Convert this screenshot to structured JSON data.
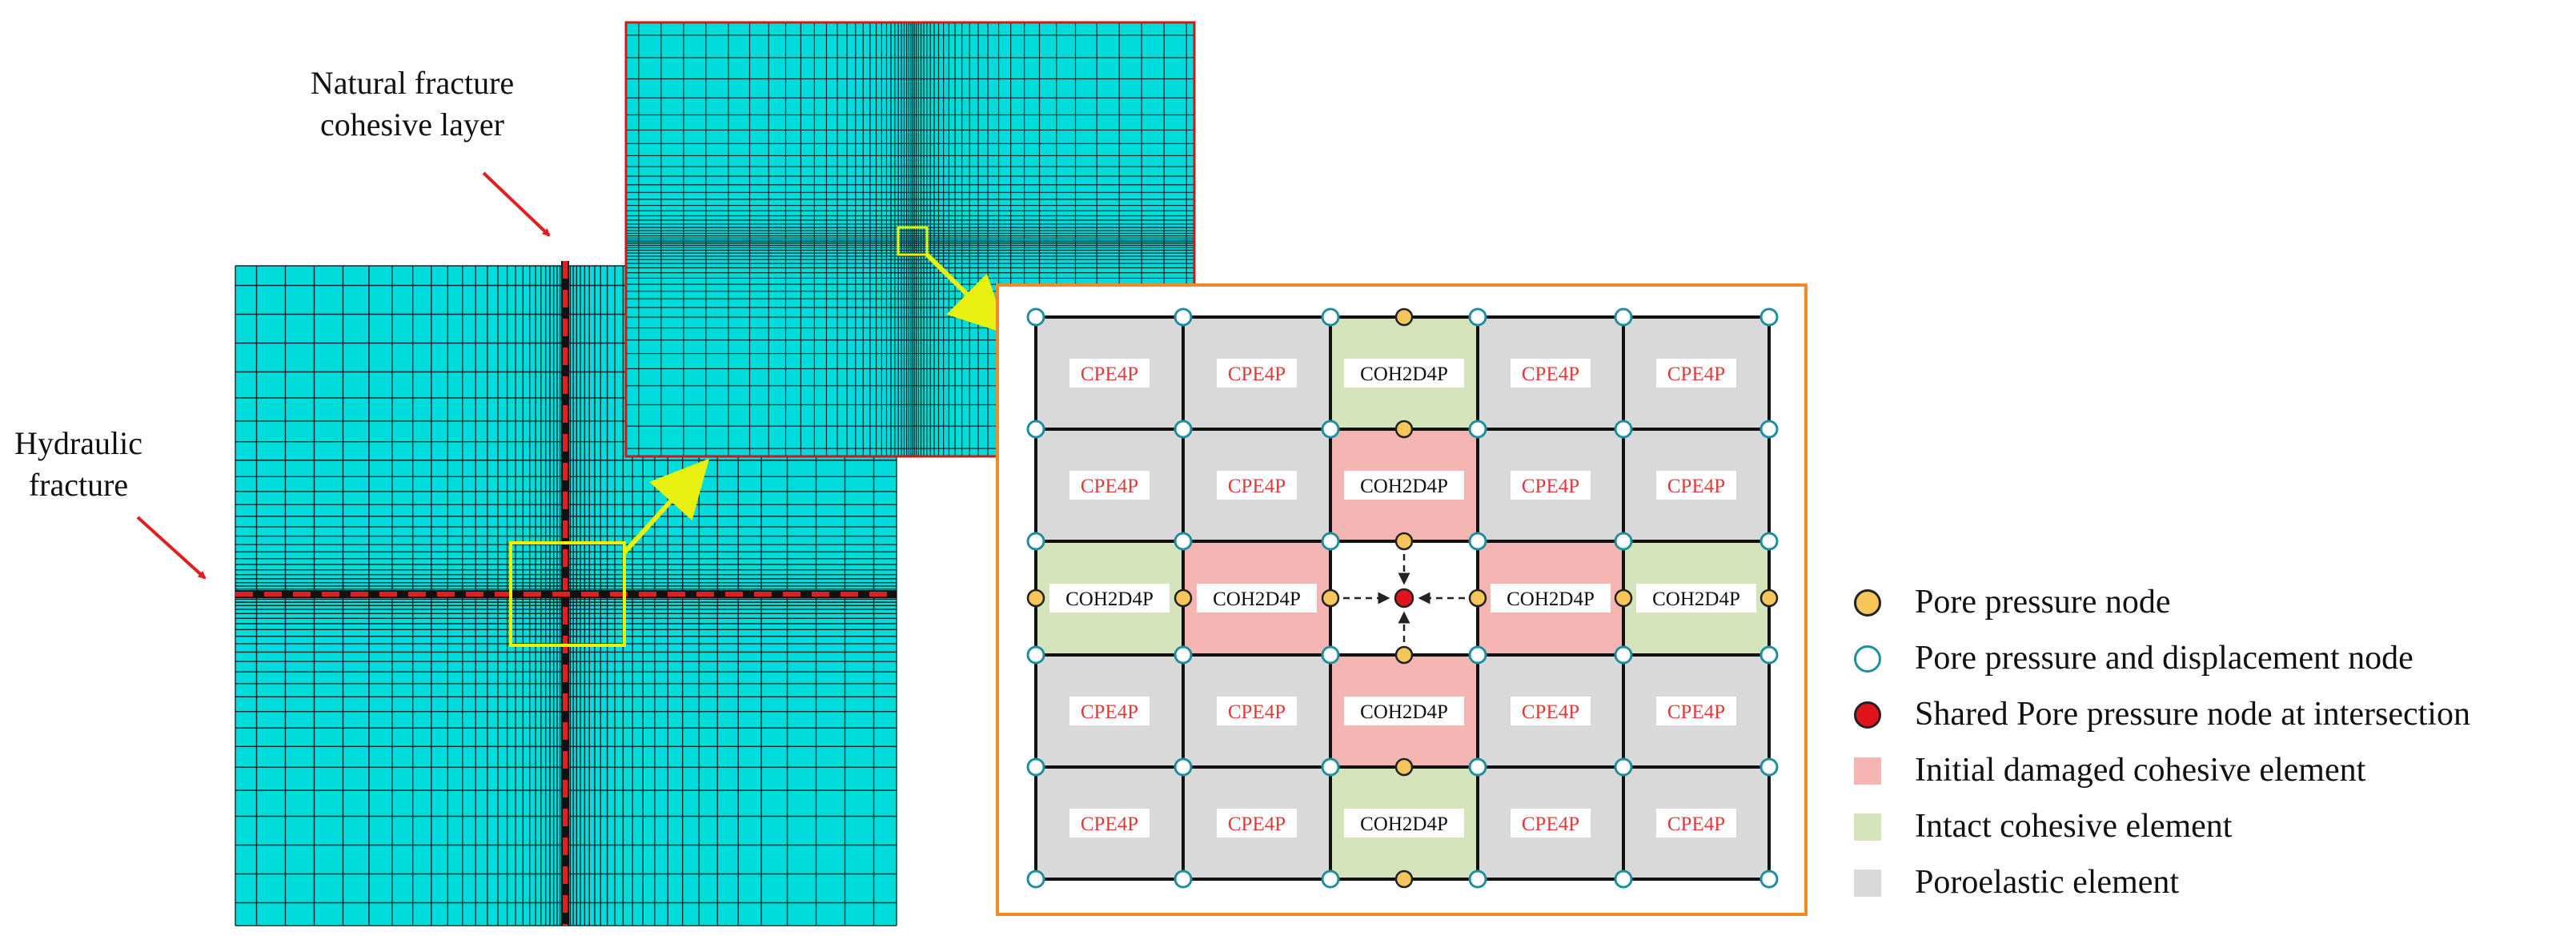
{
  "annotations": {
    "natural_fracture": [
      "Natural fracture",
      "cohesive layer"
    ],
    "hydraulic_fracture": [
      "Hydraulic",
      "fracture"
    ]
  },
  "element_labels": {
    "poroelastic": "CPE4P",
    "cohesive": "COH2D4P"
  },
  "legend": [
    {
      "label": "Pore pressure node",
      "marker": "circle-filled",
      "color": "#f7c65b"
    },
    {
      "label": "Pore pressure and displacement node",
      "marker": "circle-open",
      "color": "#1f8fa0"
    },
    {
      "label": "Shared Pore pressure node at intersection",
      "marker": "circle-filled",
      "color": "#e0141c"
    },
    {
      "label": "Initial damaged cohesive element",
      "marker": "square",
      "color": "#f4b6b2"
    },
    {
      "label": "Intact cohesive element",
      "marker": "square",
      "color": "#d6e4bb"
    },
    {
      "label": "Poroelastic element",
      "marker": "square",
      "color": "#d9d9d9"
    }
  ],
  "colors": {
    "mesh_fill": "#00dcdc",
    "mesh_line": "#0a2a2a",
    "fracture_red": "#e02020",
    "highlight_yellow": "#f2f200",
    "arrow_yellow": "#e8f010",
    "frame_orange": "#f08a24",
    "inset_border": "#d01818"
  }
}
